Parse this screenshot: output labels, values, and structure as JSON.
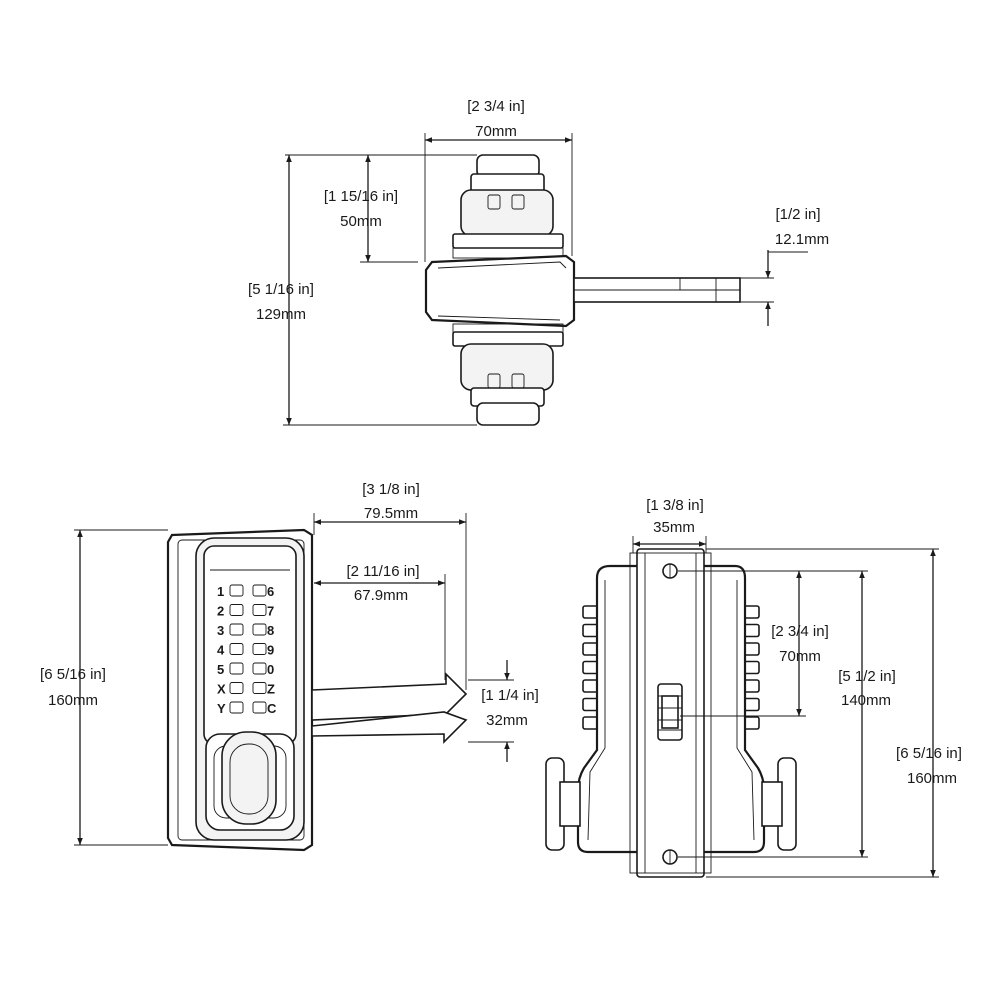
{
  "top_view": {
    "width": {
      "imperial": "[2 3/4 in]",
      "metric": "70mm"
    },
    "offset": {
      "imperial": "[1 15/16 in]",
      "metric": "50mm"
    },
    "height": {
      "imperial": "[5 1/16 in]",
      "metric": "129mm"
    },
    "bolt": {
      "imperial": "[1/2 in]",
      "metric": "12.1mm"
    }
  },
  "front_view": {
    "projection": {
      "imperial": "[3 1/8 in]",
      "metric": "79.5mm"
    },
    "handle_reach": {
      "imperial": "[2 11/16 in]",
      "metric": "67.9mm"
    },
    "height": {
      "imperial": "[6 5/16 in]",
      "metric": "160mm"
    },
    "handle_thickness": {
      "imperial": "[1 1/4 in]",
      "metric": "32mm"
    },
    "keys_left": [
      "1",
      "2",
      "3",
      "4",
      "5",
      "X",
      "Y"
    ],
    "keys_right": [
      "6",
      "7",
      "8",
      "9",
      "0",
      "Z",
      "C"
    ]
  },
  "side_view": {
    "plate_width": {
      "imperial": "[1 3/8 in]",
      "metric": "35mm"
    },
    "backset": {
      "imperial": "[2 3/4 in]",
      "metric": "70mm"
    },
    "screw_spacing": {
      "imperial": "[5 1/2 in]",
      "metric": "140mm"
    },
    "height": {
      "imperial": "[6 5/16 in]",
      "metric": "160mm"
    }
  }
}
